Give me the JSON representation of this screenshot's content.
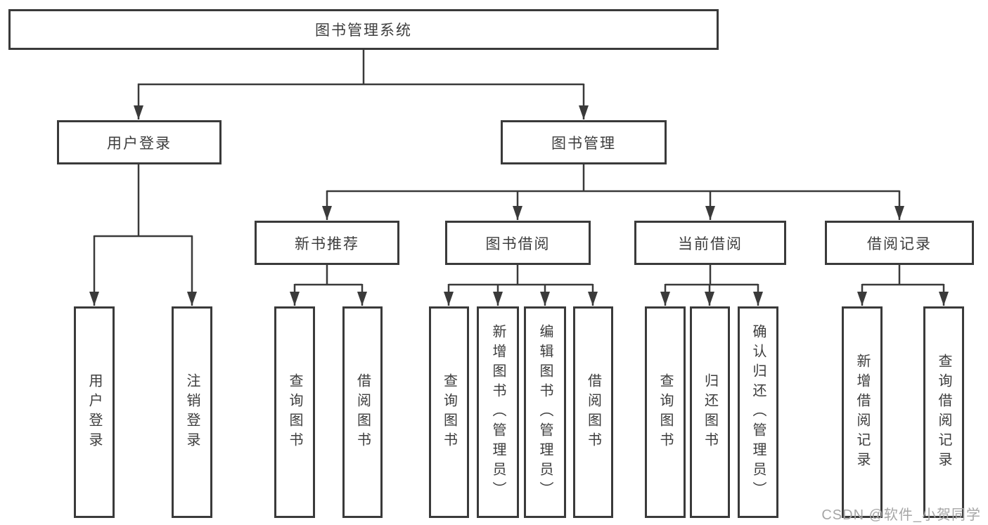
{
  "colors": {
    "line": "#3a3a3a",
    "text": "#3d3d3d",
    "watermark_text": "#a6a6a6",
    "background": "#ffffff"
  },
  "watermark": "CSDN @软件_小贺同学",
  "root": {
    "label": "图书管理系统",
    "children": [
      {
        "label": "用户登录",
        "children": [
          {
            "label": "用户登录"
          },
          {
            "label": "注销登录"
          }
        ]
      },
      {
        "label": "图书管理",
        "children": [
          {
            "label": "新书推荐",
            "children": [
              {
                "label": "查询图书"
              },
              {
                "label": "借阅图书"
              }
            ]
          },
          {
            "label": "图书借阅",
            "children": [
              {
                "label": "查询图书"
              },
              {
                "label": "新增图书（管理员）"
              },
              {
                "label": "编辑图书（管理员）"
              },
              {
                "label": "借阅图书"
              }
            ]
          },
          {
            "label": "当前借阅",
            "children": [
              {
                "label": "查询图书"
              },
              {
                "label": "归还图书"
              },
              {
                "label": "确认归还（管理员）"
              }
            ]
          },
          {
            "label": "借阅记录",
            "children": [
              {
                "label": "新增借阅记录"
              },
              {
                "label": "查询借阅记录"
              }
            ]
          }
        ]
      }
    ]
  }
}
